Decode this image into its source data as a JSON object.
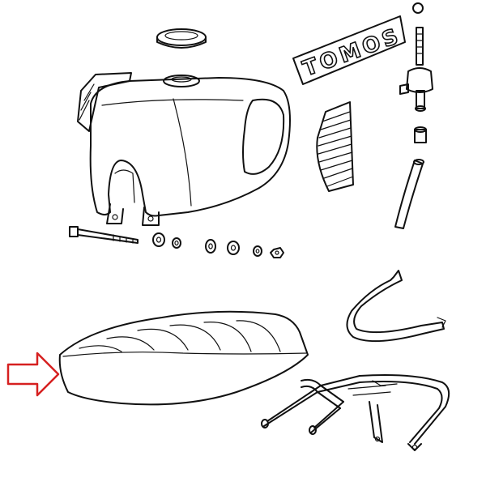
{
  "decal": {
    "brand_text": "TOMOS"
  },
  "highlight": {
    "arrow_color": "#d62020",
    "points_to": "seat"
  },
  "parts": [
    {
      "name": "fuel-tank-cap"
    },
    {
      "name": "fuel-tank"
    },
    {
      "name": "tank-badge-tomos"
    },
    {
      "name": "fuel-tap"
    },
    {
      "name": "knee-pad"
    },
    {
      "name": "fuel-line-clip"
    },
    {
      "name": "fuel-hose"
    },
    {
      "name": "mounting-bolt"
    },
    {
      "name": "rubber-grommets"
    },
    {
      "name": "washers-and-nuts"
    },
    {
      "name": "seat"
    },
    {
      "name": "seat-strap"
    },
    {
      "name": "luggage-rack"
    }
  ]
}
